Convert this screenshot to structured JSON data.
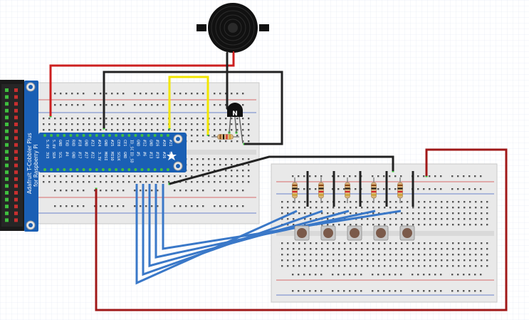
{
  "cobbler": {
    "title": "Adafruit T-Cobbler Plus",
    "subtitle": "for Raspberry Pi",
    "top_pins": [
      "5.0V",
      "5.0V",
      "GND",
      "TXD",
      "RXD",
      "#18",
      "GND",
      "#23",
      "#24",
      "GND",
      "#25",
      "CE0",
      "CE1",
      "ID_SC",
      "GND",
      "#12",
      "GND",
      "#16",
      "#20",
      "#21"
    ],
    "bottom_pins": [
      "3V3",
      "SDA",
      "SCL",
      "#4",
      "GND",
      "#17",
      "#27",
      "#22",
      "3.3V",
      "MOSI",
      "MISO",
      "SCLK",
      "GND",
      "ID_SD",
      "#5",
      "#6",
      "#13",
      "#19",
      "#26",
      "GND"
    ]
  },
  "transistor": {
    "marking": "N"
  },
  "colors": {
    "red_wire": "#cc1f1f",
    "dark_red_wire": "#a01818",
    "black_wire": "#222222",
    "yellow_wire": "#f2e600",
    "blue_wire": "#3a78c8",
    "breadboard": "#e7e7e7",
    "cobbler_blue": "#1a5fb4",
    "header_black": "#1b1b1b",
    "header_pin": "#3fbf3f",
    "buzzer_black": "#111111",
    "button_cap": "#7b5a4a"
  },
  "icons": [
    "buzzer-icon",
    "transistor-icon",
    "resistor-icon",
    "pushbutton-icon",
    "star-logo-icon"
  ],
  "counts": {
    "resistors": 6,
    "pushbuttons": 5,
    "blue_wires": 5
  }
}
